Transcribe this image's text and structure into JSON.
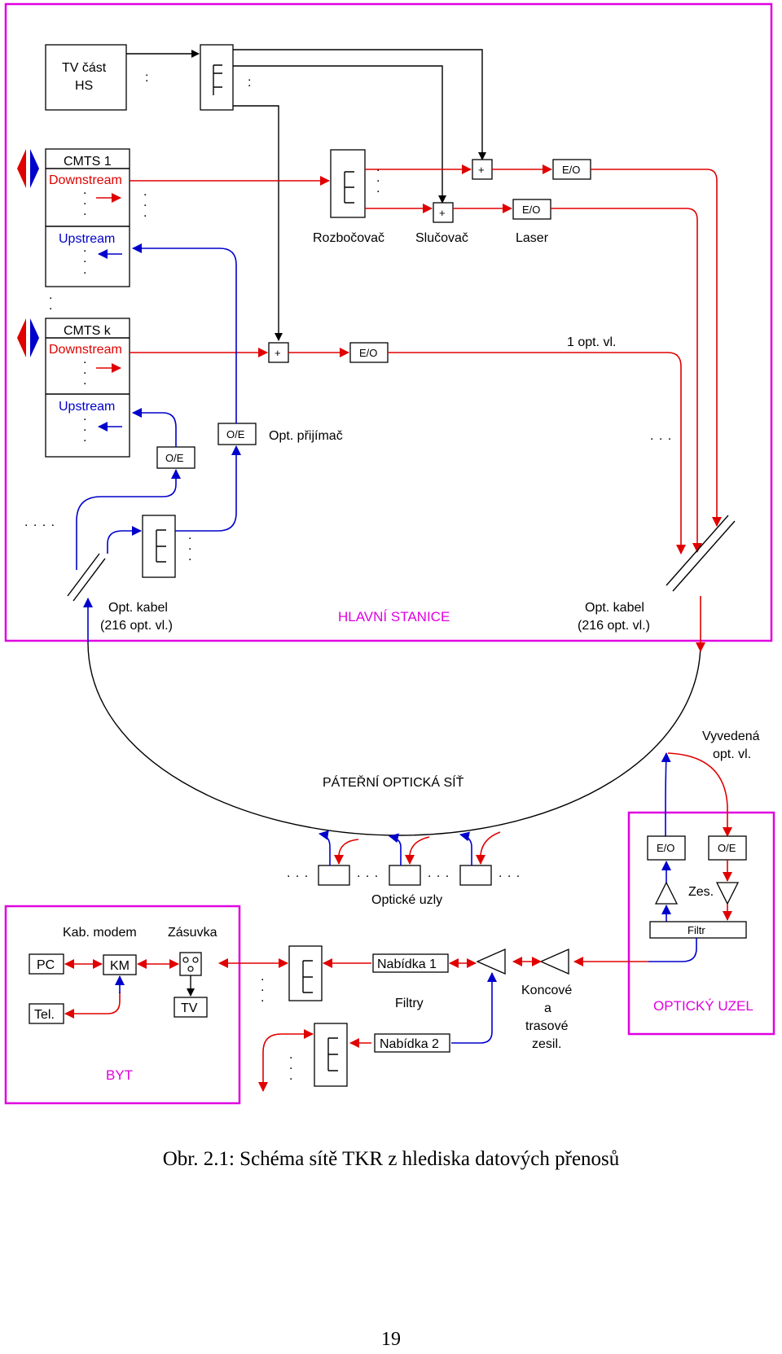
{
  "labels": {
    "tv_part": [
      "TV část",
      "HS"
    ],
    "cmts1": "CMTS 1",
    "cmtsk": "CMTS k",
    "downstream": "Downstream",
    "upstream": "Upstream",
    "splitter": "Rozbočovač",
    "combiner": "Slučovač",
    "laser": "Laser",
    "plus": "+",
    "eo": "E/O",
    "oe": "O/E",
    "fiber_1": "1 opt. vl.",
    "opt_receiver": "Opt. přijímač",
    "opt_cable_left": [
      "Opt. kabel",
      "(216 opt. vl.)"
    ],
    "opt_cable_right": [
      "Opt. kabel",
      "(216 opt. vl.)"
    ],
    "head_station": "HLAVNÍ STANICE",
    "backbone": "PÁTEŘNÍ OPTICKÁ SÍŤ",
    "brought_fiber": [
      "Vyvedená",
      "opt. vl."
    ],
    "optical_nodes": "Optické uzly",
    "amplifier_short": "Zes.",
    "filter": "Filtr",
    "optical_node": "OPTICKÝ UZEL",
    "cable_modem": "Kab. modem",
    "socket": "Zásuvka",
    "pc": "PC",
    "km": "KM",
    "tel": "Tel.",
    "tv": "TV",
    "flat": "BYT",
    "offer1": "Nabídka 1",
    "offer2": "Nabídka 2",
    "filters": "Filtry",
    "amplifiers": [
      "Koncové",
      "a",
      "trasové",
      "zesil."
    ]
  },
  "colors": {
    "frame": "#e000e0",
    "downstream": "#e00000",
    "upstream": "#0000cc"
  },
  "caption": "Obr. 2.1: Schéma sítě TKR z hlediska datových přenosů",
  "page_number": "19"
}
